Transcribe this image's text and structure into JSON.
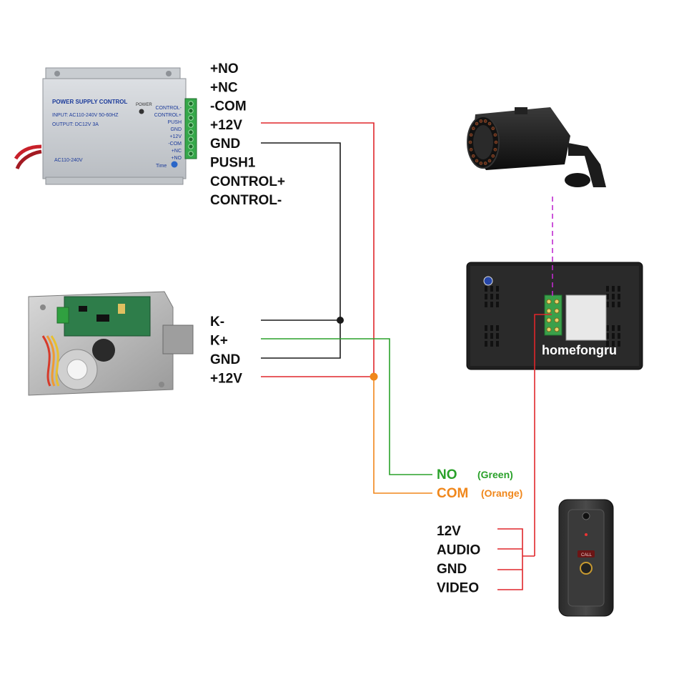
{
  "power_supply": {
    "title": "POWER SUPPLY CONTROL",
    "input_line": "INPUT: AC110-240V 50-60HZ",
    "output_line": "OUTPUT: DC12V 3A",
    "ac_label": "AC110-240V",
    "power_led_label": "POWER",
    "time_label": "Time",
    "panel_terminals": [
      "CONTROL-",
      "CONTROL+",
      "PUSH",
      "GND",
      "+12V",
      "-COM",
      "+NC",
      "+NO"
    ],
    "terminal_labels": [
      "+NO",
      "+NC",
      "-COM",
      "+12V",
      "GND",
      "PUSH1",
      "CONTROL+",
      "CONTROL-"
    ]
  },
  "lock": {
    "terminal_labels": [
      "K-",
      "K+",
      "GND",
      "+12V"
    ]
  },
  "monitor": {
    "brand": "homefongru"
  },
  "monitor_outputs": {
    "no_label": "NO",
    "no_color_note": "(Green)",
    "com_label": "COM",
    "com_color_note": "(Orange)"
  },
  "doorbell": {
    "call_label": "CALL",
    "terminal_labels": [
      "12V",
      "AUDIO",
      "GND",
      "VIDEO"
    ]
  },
  "colors": {
    "red_wire": "#e0262b",
    "black_wire": "#1a1a1a",
    "green_wire": "#2aa12a",
    "orange_wire": "#f0871b",
    "camera_link": "#c02bd0"
  }
}
